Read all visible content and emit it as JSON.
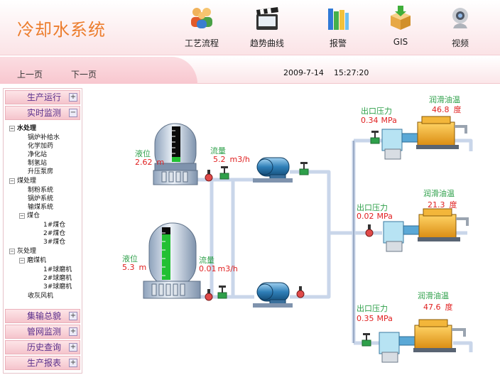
{
  "app": {
    "title": "冷却水系统"
  },
  "nav": [
    {
      "label": "工艺流程",
      "icon": "people-icon"
    },
    {
      "label": "趋势曲线",
      "icon": "clapper-icon"
    },
    {
      "label": "报警",
      "icon": "books-icon"
    },
    {
      "label": "GIS",
      "icon": "package-icon"
    },
    {
      "label": "视频",
      "icon": "webcam-icon"
    }
  ],
  "subbar": {
    "prev": "上一页",
    "next": "下一页",
    "date": "2009-7-14",
    "time": "15:27:20"
  },
  "sidebar": {
    "top_sections": [
      {
        "label": "生产运行",
        "toggle": "+"
      },
      {
        "label": "实时监测",
        "toggle": "−"
      }
    ],
    "tree": [
      {
        "label": "水处理",
        "level": 1,
        "bold": true,
        "expander": "−"
      },
      {
        "label": "锅炉补给水",
        "level": 2
      },
      {
        "label": "化学加药",
        "level": 2
      },
      {
        "label": "净化站",
        "level": 2
      },
      {
        "label": "制氢站",
        "level": 2
      },
      {
        "label": "升压泵房",
        "level": 2
      },
      {
        "label": "煤处理",
        "level": 1,
        "expander": "−"
      },
      {
        "label": "制粉系统",
        "level": 2
      },
      {
        "label": "锅炉系统",
        "level": 2
      },
      {
        "label": "输煤系统",
        "level": 2
      },
      {
        "label": "煤仓",
        "level": 2,
        "expander": "−"
      },
      {
        "label": "1#煤仓",
        "level": 3
      },
      {
        "label": "2#煤仓",
        "level": 3
      },
      {
        "label": "3#煤仓",
        "level": 3
      },
      {
        "label": "灰处理",
        "level": 1,
        "expander": "−"
      },
      {
        "label": "磨煤机",
        "level": 2,
        "expander": "−"
      },
      {
        "label": "1#球磨机",
        "level": 3
      },
      {
        "label": "2#球磨机",
        "level": 3
      },
      {
        "label": "3#球磨机",
        "level": 3
      },
      {
        "label": "收灰风机",
        "level": 2
      }
    ],
    "bottom_sections": [
      {
        "label": "集输总貌",
        "toggle": "+"
      },
      {
        "label": "管网监测",
        "toggle": "+"
      },
      {
        "label": "历史查询",
        "toggle": "+"
      },
      {
        "label": "生产报表",
        "toggle": "+"
      }
    ]
  },
  "diagram": {
    "tank1": {
      "level_label": "液位",
      "level_value": "2.62",
      "level_unit": "m",
      "flow_label": "流量",
      "flow_value": "5.2",
      "flow_unit": "m3/h"
    },
    "tank2": {
      "level_label": "液位",
      "level_value": "5.3",
      "level_unit": "m",
      "flow_label": "流量",
      "flow_value": "0.01",
      "flow_unit": "m3/h"
    },
    "unit1": {
      "pressure_label": "出口压力",
      "pressure_value": "0.34",
      "pressure_unit": "MPa",
      "temp_label": "润滑油温",
      "temp_value": "46.8",
      "temp_unit": "度"
    },
    "unit2": {
      "pressure_label": "出口压力",
      "pressure_value": "0.02",
      "pressure_unit": "MPa",
      "temp_label": "润滑油温",
      "temp_value": "21.3",
      "temp_unit": "度"
    },
    "unit3": {
      "pressure_label": "出口压力",
      "pressure_value": "0.35",
      "pressure_unit": "MPa",
      "temp_label": "润滑油温",
      "temp_value": "47.6",
      "temp_unit": "度"
    }
  },
  "colors": {
    "title": "#ec7d2d",
    "label": "#2ea04a",
    "value": "#e02020",
    "pipe": "#c9d6ea",
    "level": "#22c033"
  }
}
